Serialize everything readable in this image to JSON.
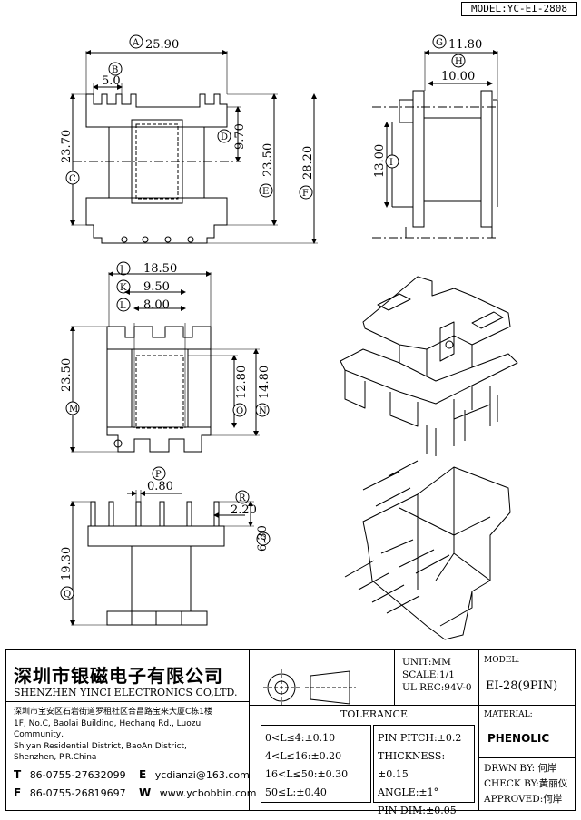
{
  "header": {
    "model_label": "MODEL:YC-EI-2808"
  },
  "dimensions": {
    "A": {
      "letter": "A",
      "value": "25.90"
    },
    "B": {
      "letter": "B",
      "value": "5.0"
    },
    "C": {
      "letter": "C",
      "value": "23.70"
    },
    "D": {
      "letter": "D",
      "value": "9.70"
    },
    "E": {
      "letter": "E",
      "value": "23.50"
    },
    "F": {
      "letter": "F",
      "value": "28.20"
    },
    "G": {
      "letter": "G",
      "value": "11.80"
    },
    "H": {
      "letter": "H",
      "value": "10.00"
    },
    "I": {
      "letter": "I",
      "value": "13.00"
    },
    "J": {
      "letter": "J",
      "value": "18.50"
    },
    "K": {
      "letter": "K",
      "value": "9.50"
    },
    "L": {
      "letter": "L",
      "value": "8.00"
    },
    "M": {
      "letter": "M",
      "value": "23.50"
    },
    "N": {
      "letter": "N",
      "value": "14.80"
    },
    "O": {
      "letter": "O",
      "value": "12.80"
    },
    "P": {
      "letter": "P",
      "value": "0.80"
    },
    "Q": {
      "letter": "Q",
      "value": "19.30"
    },
    "R": {
      "letter": "R",
      "value": "2.20"
    },
    "S": {
      "letter": "S",
      "value": "6.30"
    }
  },
  "company": {
    "name_cn": "深圳市银磁电子有限公司",
    "name_en": "SHENZHEN YINCI ELECTRONICS CO,LTD.",
    "address_lines": [
      "深圳市宝安区石岩街道罗租社区合昌路宝来大厦C栋1楼",
      "1F, No.C, Baolai Building, Hechang Rd., Luozu Community,",
      "Shiyan Residential District, BaoAn District,",
      "Shenzhen, P.R.China"
    ],
    "tel_letter": "T",
    "tel": "86-0755-27632099",
    "fax_letter": "F",
    "fax": "86-0755-26819697",
    "email_letter": "E",
    "email": "ycdianzi@163.com",
    "web_letter": "W",
    "web": "www.ycbobbin.com"
  },
  "specs": {
    "unit": "UNIT:MM",
    "scale": "SCALE:1/1",
    "ul": "UL REC:94V-0"
  },
  "model": {
    "label": "MODEL:",
    "value": "EI-28(9PIN)"
  },
  "material": {
    "label": "MATERIAL:",
    "value": "PHENOLIC"
  },
  "tolerance": {
    "title": "TOLERANCE",
    "left": [
      "0<L≤4:±0.10",
      "4<L≤16:±0.20",
      "16<L≤50:±0.30",
      "50≤L:±0.40"
    ],
    "right": [
      "PIN PITCH:±0.2",
      "THICKNESS:±0.15",
      "ANGLE:±1°",
      "PIN DIM:±0.05"
    ]
  },
  "approvals": {
    "drawn": "DRWN BY: 何岸",
    "check": "CHECK BY:黄丽仪",
    "approved": "APPROVED:何岸"
  }
}
